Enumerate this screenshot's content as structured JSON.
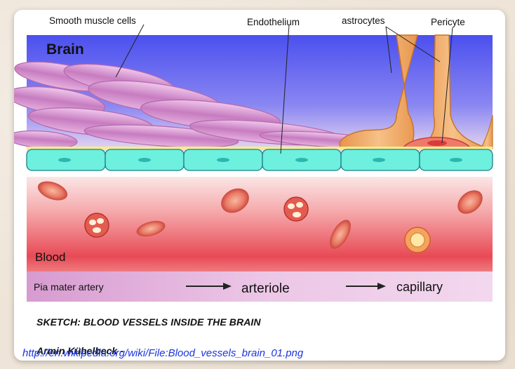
{
  "diagram": {
    "region_brain": "Brain",
    "region_blood": "Blood",
    "labels": {
      "smooth_muscle": "Smooth muscle cells",
      "endothelium": "Endothelium",
      "astrocytes": "astrocytes",
      "pericyte": "Pericyte"
    },
    "vessel_sequence": [
      "Pia mater artery",
      "arteriole",
      "capillary"
    ]
  },
  "caption": "SKETCH:  BLOOD VESSELS INSIDE THE BRAIN",
  "credit": {
    "author": "Armin Kübelbeck -",
    "url": "http://en.wikipedia.org/wiki/File:Blood_vessels_brain_01.png"
  },
  "colors": {
    "brain_blue": "#5b5ff0",
    "endothelium_cyan": "#5ee8d8",
    "muscle_pink": "#d98fd0",
    "blood_red": "#e8505a",
    "astrocyte_orange": "#f1a761",
    "link_blue": "#1a35e0"
  }
}
